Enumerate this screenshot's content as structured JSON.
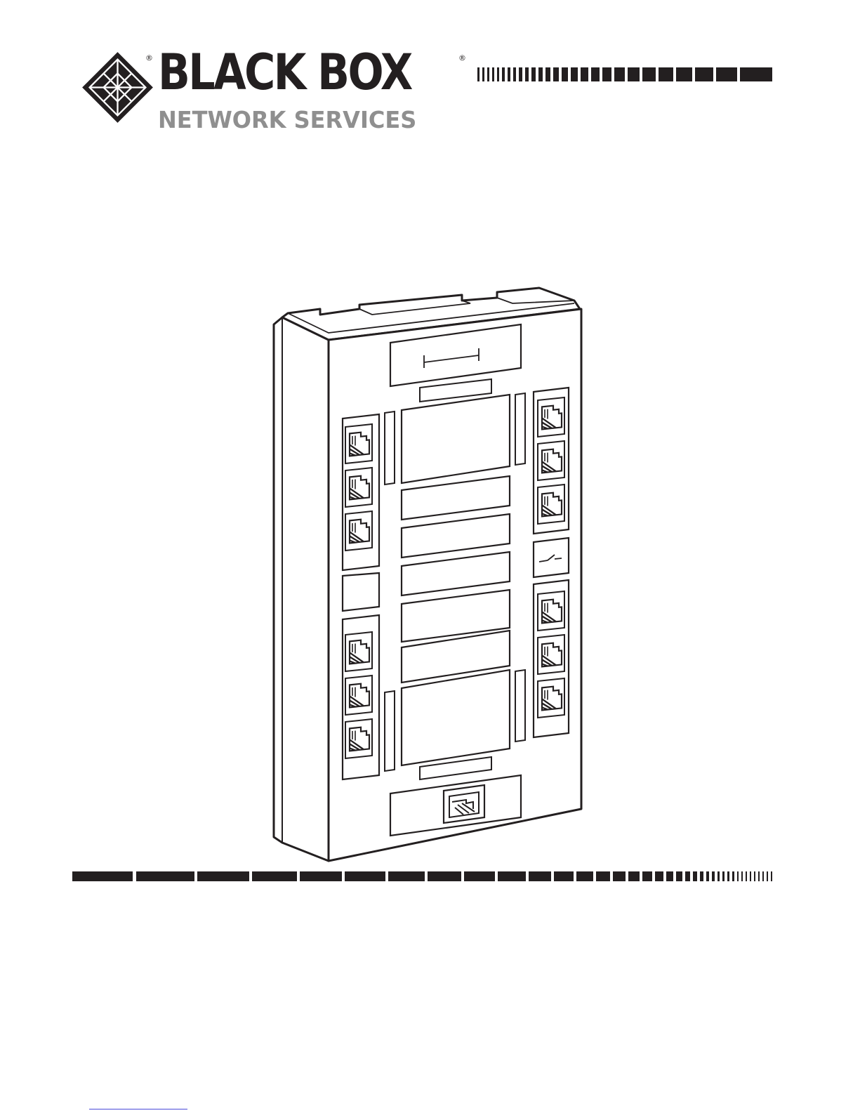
{
  "logo": {
    "main": "BLACK BOX",
    "sub": "NETWORK SERVICES",
    "registered_mark": "®",
    "colors": {
      "main": "#231f20",
      "sub": "#8f8f8f"
    }
  },
  "illustration": {
    "subject": "wall-mount-jack-panel",
    "icons": [
      "rj-jack-icon",
      "line-symbol-icon",
      "switch-symbol-icon"
    ]
  }
}
